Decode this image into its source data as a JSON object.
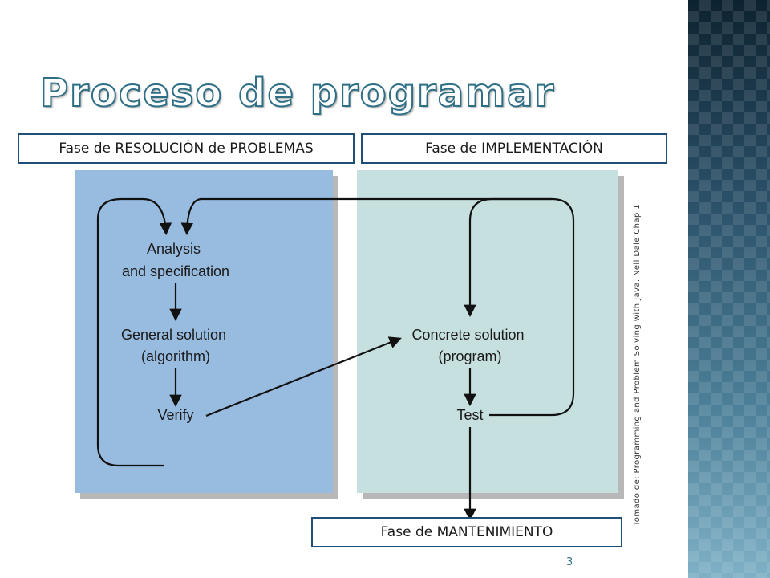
{
  "slide": {
    "title": "Proceso de programar",
    "page_number": "3",
    "credit": "Tomado de: Programming   and Problem Solving with Java. Nell Dale Chap 1"
  },
  "phases": {
    "resolution": "Fase de RESOLUCIÓN de PROBLEMAS",
    "implementation": "Fase de IMPLEMENTACIÓN",
    "maintenance": "Fase de MANTENIMIENTO"
  },
  "diagram": {
    "analysis": [
      "Analysis",
      "and specification"
    ],
    "general_solution": [
      "General solution",
      "(algorithm)"
    ],
    "verify": "Verify",
    "concrete_solution": [
      "Concrete solution",
      "(program)"
    ],
    "test": "Test"
  },
  "colors": {
    "problem_panel": "#98bbe0",
    "implementation_panel": "#c5e0de",
    "frame": "#1f4e79",
    "title_stroke": "#2e6f86"
  }
}
